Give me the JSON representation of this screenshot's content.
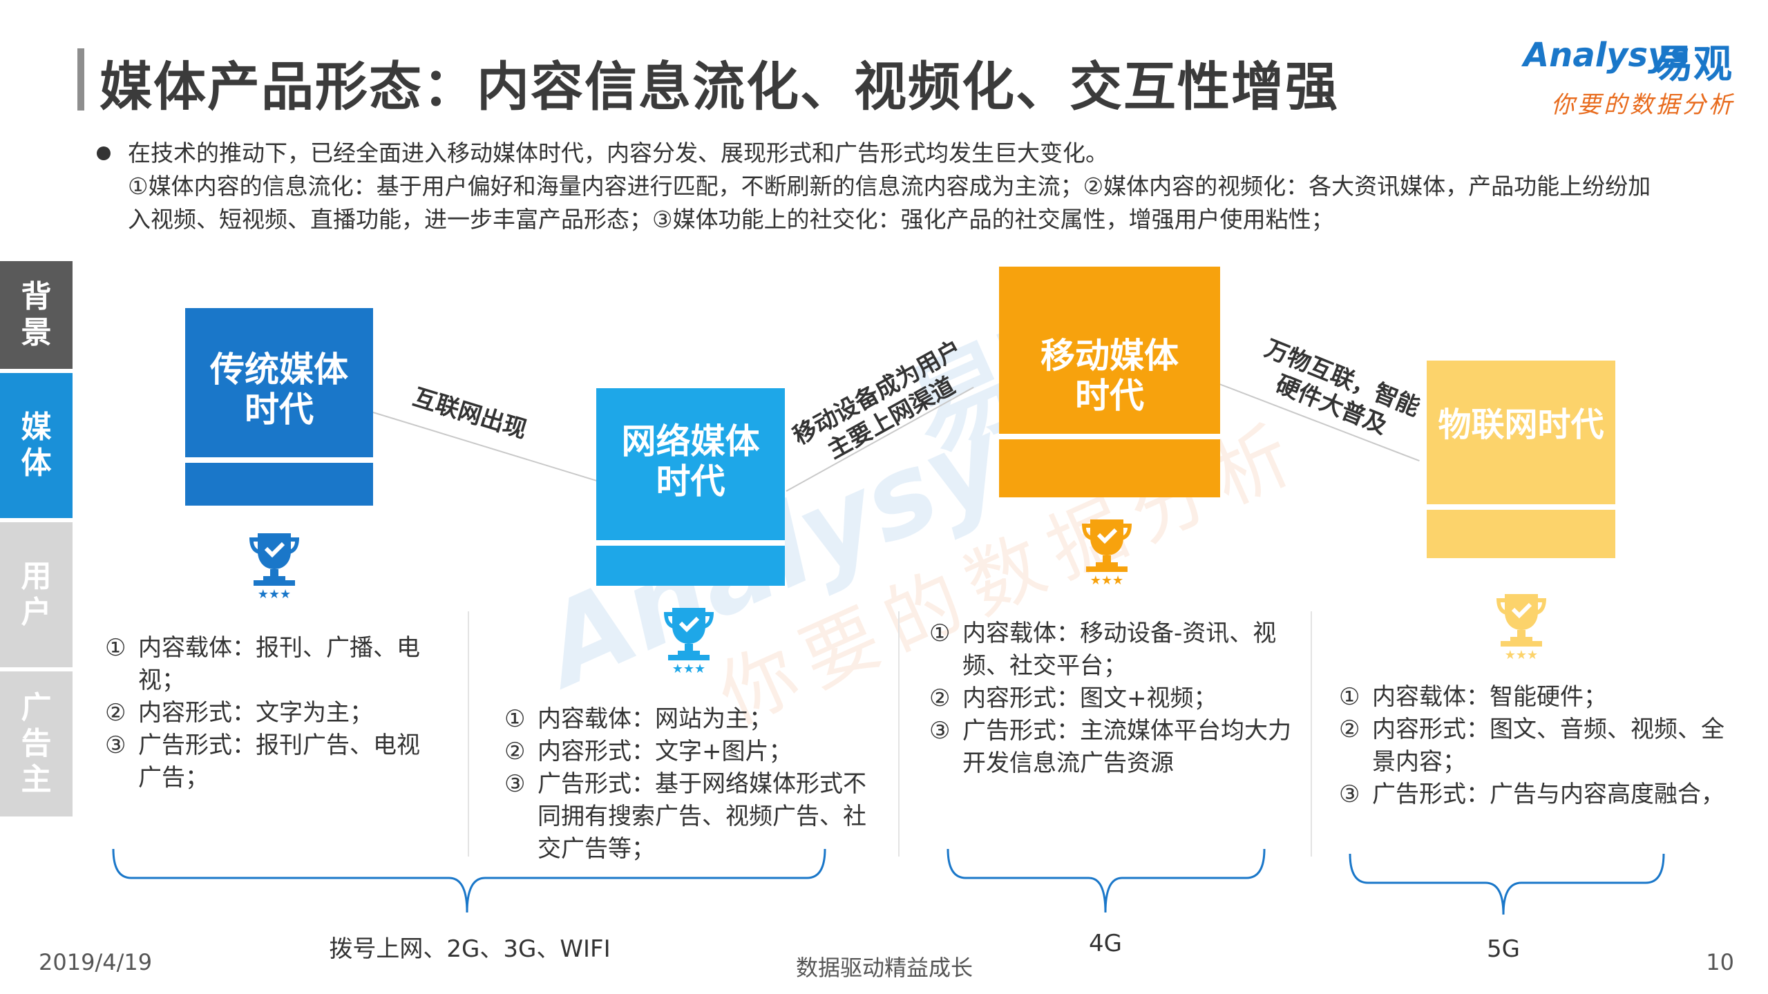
{
  "header": {
    "title": "媒体产品形态：内容信息流化、视频化、交互性增强",
    "logo_en": "Analysys",
    "logo_cn": "易观",
    "logo_sub": "你要的数据分析"
  },
  "intro": {
    "line1": "在技术的推动下，已经全面进入移动媒体时代，内容分发、展现形式和广告形式均发生巨大变化。",
    "line2": "①媒体内容的信息流化：基于用户偏好和海量内容进行匹配，不断刷新的信息流内容成为主流；②媒体内容的视频化：各大资讯媒体，产品功能上纷纷加入视频、短视频、直播功能，进一步丰富产品形态；③媒体功能上的社交化：强化产品的社交属性，增强用户使用粘性；"
  },
  "side_nav": [
    {
      "label": "背景",
      "color": "#5a5a5a",
      "active": false
    },
    {
      "label": "媒体",
      "color": "#1a90d8",
      "active": true
    },
    {
      "label": "用户",
      "color": "#d6d6d6",
      "active": false
    },
    {
      "label": "广告主",
      "color": "#d6d6d6",
      "active": false
    }
  ],
  "eras": [
    {
      "label": "传统媒体时代",
      "color": "#1a77c9",
      "icon": "trophy-icon"
    },
    {
      "label": "网络媒体时代",
      "color": "#1ea7e8",
      "icon": "trophy-icon"
    },
    {
      "label": "移动媒体时代",
      "color": "#f7a20d",
      "icon": "trophy-icon"
    },
    {
      "label": "物联网时代",
      "color": "#fcd36b",
      "icon": "trophy-icon"
    }
  ],
  "connectors": [
    {
      "label": "互联网出现"
    },
    {
      "label": "移动设备成为用户主要上网渠道"
    },
    {
      "label": "万物互联，智能硬件大普及"
    }
  ],
  "descriptions": [
    {
      "items": [
        {
          "num": "①",
          "text": "内容载体：报刊、广播、电视；"
        },
        {
          "num": "②",
          "text": "内容形式：文字为主；"
        },
        {
          "num": "③",
          "text": "广告形式：报刊广告、电视广告；"
        }
      ]
    },
    {
      "items": [
        {
          "num": "①",
          "text": "内容载体：网站为主；"
        },
        {
          "num": "②",
          "text": "内容形式：文字+图片；"
        },
        {
          "num": "③",
          "text": "广告形式：基于网络媒体形式不同拥有搜索广告、视频广告、社交广告等；"
        }
      ]
    },
    {
      "items": [
        {
          "num": "①",
          "text": "内容载体：移动设备-资讯、视频、社交平台；"
        },
        {
          "num": "②",
          "text": "内容形式：图文+视频；"
        },
        {
          "num": "③",
          "text": "广告形式：主流媒体平台均大力开发信息流广告资源"
        }
      ]
    },
    {
      "items": [
        {
          "num": "①",
          "text": "内容载体：智能硬件；"
        },
        {
          "num": "②",
          "text": "内容形式：图文、音频、视频、全景内容；"
        },
        {
          "num": "③",
          "text": "广告形式：广告与内容高度融合，"
        }
      ]
    }
  ],
  "tech_labels": [
    {
      "label": "拨号上网、2G、3G、WIFI"
    },
    {
      "label": "4G"
    },
    {
      "label": "5G"
    }
  ],
  "footer": {
    "date": "2019/4/19",
    "slogan": "数据驱动精益成长",
    "page": "10"
  }
}
